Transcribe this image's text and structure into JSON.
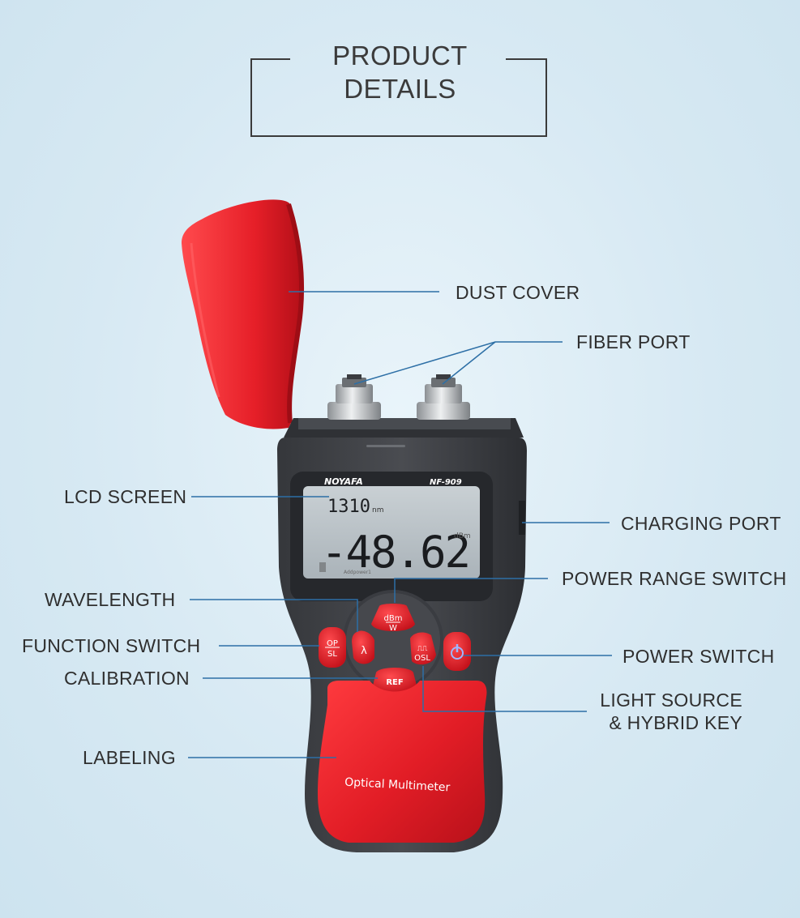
{
  "header": {
    "title_line1": "PRODUCT",
    "title_line2": "DETAILS"
  },
  "callouts": {
    "dust_cover": "DUST COVER",
    "fiber_port": "FIBER PORT",
    "lcd_screen": "LCD SCREEN",
    "charging_port": "CHARGING PORT",
    "power_range_switch": "POWER RANGE SWITCH",
    "wavelength": "WAVELENGTH",
    "function_switch": "FUNCTION SWITCH",
    "power_switch": "POWER SWITCH",
    "calibration": "CALIBRATION",
    "light_source_line1": "LIGHT SOURCE",
    "light_source_line2": "& HYBRID KEY",
    "labeling": "LABELING"
  },
  "device": {
    "brand": "NOYAFA",
    "model": "NF-909",
    "wavelength_value": "1310",
    "wavelength_unit": "nm",
    "power_value": "-48.62",
    "power_unit": "dBm",
    "small_text": "Addpower1",
    "label_text": "Optical  Multimeter",
    "keys": {
      "dbm_w_top": "dBm",
      "dbm_w_bottom": "W",
      "op_sl_top": "OP",
      "op_sl_bottom": "SL",
      "lambda": "λ",
      "osl_top": "⎍⎍",
      "osl_bottom": "OSL",
      "ref": "REF",
      "power": "power-icon"
    }
  },
  "colors": {
    "background": "#d7e9f3",
    "leader_line": "#2d6fa6",
    "body_dark": "#3f4146",
    "red": "#e4202a",
    "lcd": "#b9c2c8"
  }
}
